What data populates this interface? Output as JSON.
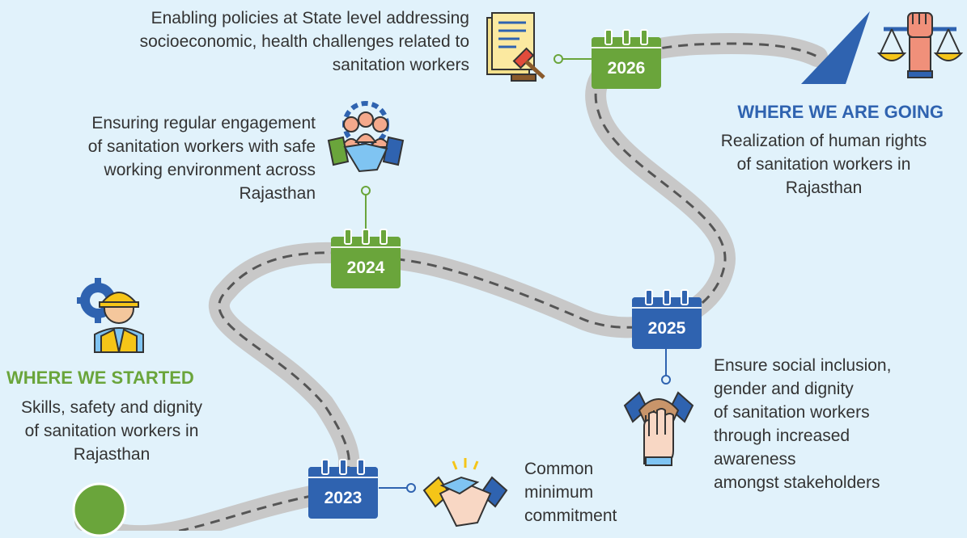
{
  "start": {
    "heading": "WHERE WE STARTED",
    "lines": [
      "Skills, safety and dignity",
      "of sanitation workers in",
      "Rajasthan"
    ]
  },
  "goal": {
    "heading": "WHERE WE ARE GOING",
    "lines": [
      "Realization of human rights",
      "of sanitation workers in",
      "Rajasthan"
    ]
  },
  "milestones": [
    {
      "year": "2023",
      "lines": [
        "Common",
        "minimum",
        "commitment"
      ]
    },
    {
      "year": "2024",
      "lines": [
        "Ensuring regular engagement",
        "of sanitation workers with safe",
        "working environment across",
        "Rajasthan"
      ]
    },
    {
      "year": "2025",
      "lines": [
        "Ensure social inclusion,",
        "gender and dignity",
        "of sanitation workers",
        "through increased",
        "awareness",
        "amongst stakeholders"
      ]
    },
    {
      "year": "2026",
      "lines": [
        "Enabling policies at State level addressing",
        "socioeconomic, health challenges related to",
        "sanitation workers"
      ]
    }
  ],
  "colors": {
    "background": "#e1f2fb",
    "green": "#6aa53b",
    "blue": "#2f63b0",
    "road": "#c8c8c8",
    "dash": "#555555"
  },
  "icons": [
    "worker-gear-icon",
    "handshake-icon",
    "team-handshake-icon",
    "law-document-gavel-icon",
    "inclusion-hands-icon",
    "justice-fist-scales-icon"
  ]
}
